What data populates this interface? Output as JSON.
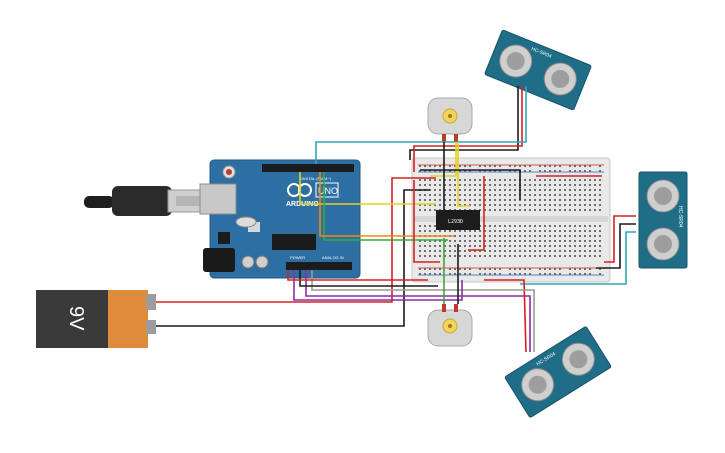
{
  "colors": {
    "background": "#ffffff",
    "arduino_board": "#2d6fa3",
    "breadboard": "#e9e9e9",
    "sensor_pcb": "#1f6d86",
    "battery_body": "#3a3a3a",
    "battery_label": "#e08a3c",
    "wire_red": "#d62020",
    "wire_black": "#1b1b1b",
    "wire_yellow": "#e6d21a",
    "wire_green": "#3aaa35",
    "wire_orange": "#f08a1a",
    "wire_purple": "#8a2ea8",
    "wire_teal": "#2ea9b8",
    "wire_gray": "#9a9a9a"
  },
  "components": {
    "arduino": {
      "brand_text": "ARDUINO",
      "model_text": "UNO",
      "digital_label": "DIGITAL (PWM~)",
      "power_label": "POWER",
      "analog_label": "ANALOG IN"
    },
    "battery": {
      "label": "9V"
    },
    "driver_ic": {
      "label": "L293D"
    },
    "ultrasonic_sensor": {
      "label": "HC-SR04"
    },
    "dc_motor": {
      "icon": "dc-motor-icon"
    },
    "usb_cable": {
      "icon": "usb-plug-icon"
    }
  }
}
